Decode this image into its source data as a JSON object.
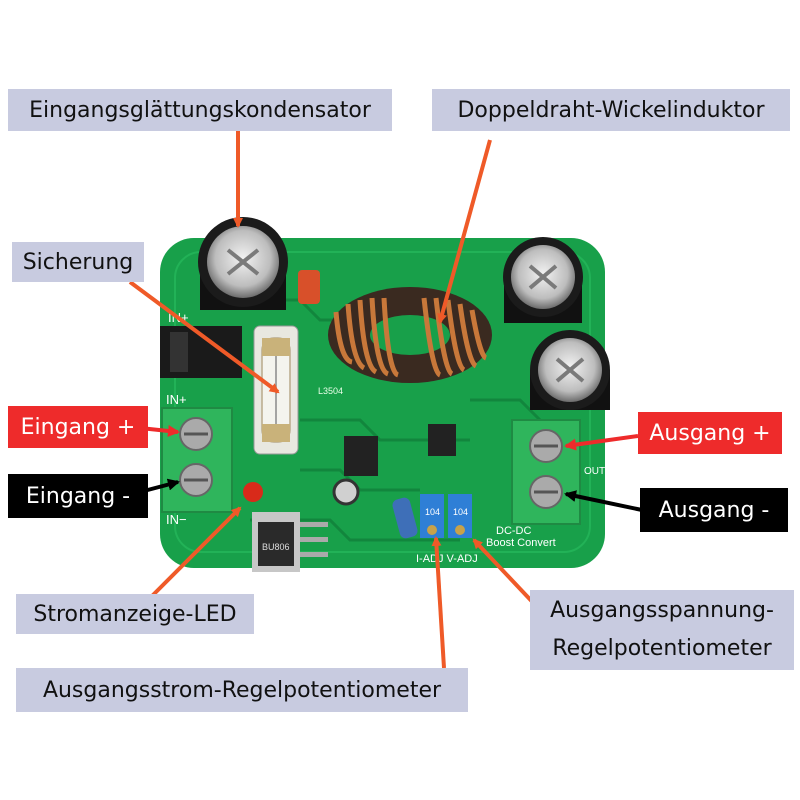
{
  "labels": {
    "input_capacitor": "Eingangsglättungskondensator",
    "inductor": "Doppeldraht-Wickelinduktor",
    "fuse": "Sicherung",
    "input_plus": "Eingang +",
    "input_minus": "Eingang -",
    "output_plus": "Ausgang +",
    "output_minus": "Ausgang -",
    "current_led": "Stromanzeige-LED",
    "voltage_pot_line1": "Ausgangsspannung-",
    "voltage_pot_line2": "Regelpotentiometer",
    "current_pot": "Ausgangsstrom-Regelpotentiometer"
  },
  "board_text": {
    "in_plus": "IN+",
    "in_minus": "IN−",
    "in_jack": "IN+",
    "out": "OUT",
    "dcdc": "DC-DC",
    "boost": "Boost Convert",
    "adj": "I-ADJ V-ADJ",
    "pot1": "104",
    "pot2": "104",
    "ic": "BU806",
    "ind": "L3504"
  },
  "colors": {
    "board": "#18a04a",
    "board_dark": "#0f7a36",
    "terminal": "#2fb55c",
    "arrow_orange": "#ef5a28",
    "arrow_black": "#000000",
    "copper": "#c8783a",
    "pot_blue": "#2f7fd6"
  }
}
